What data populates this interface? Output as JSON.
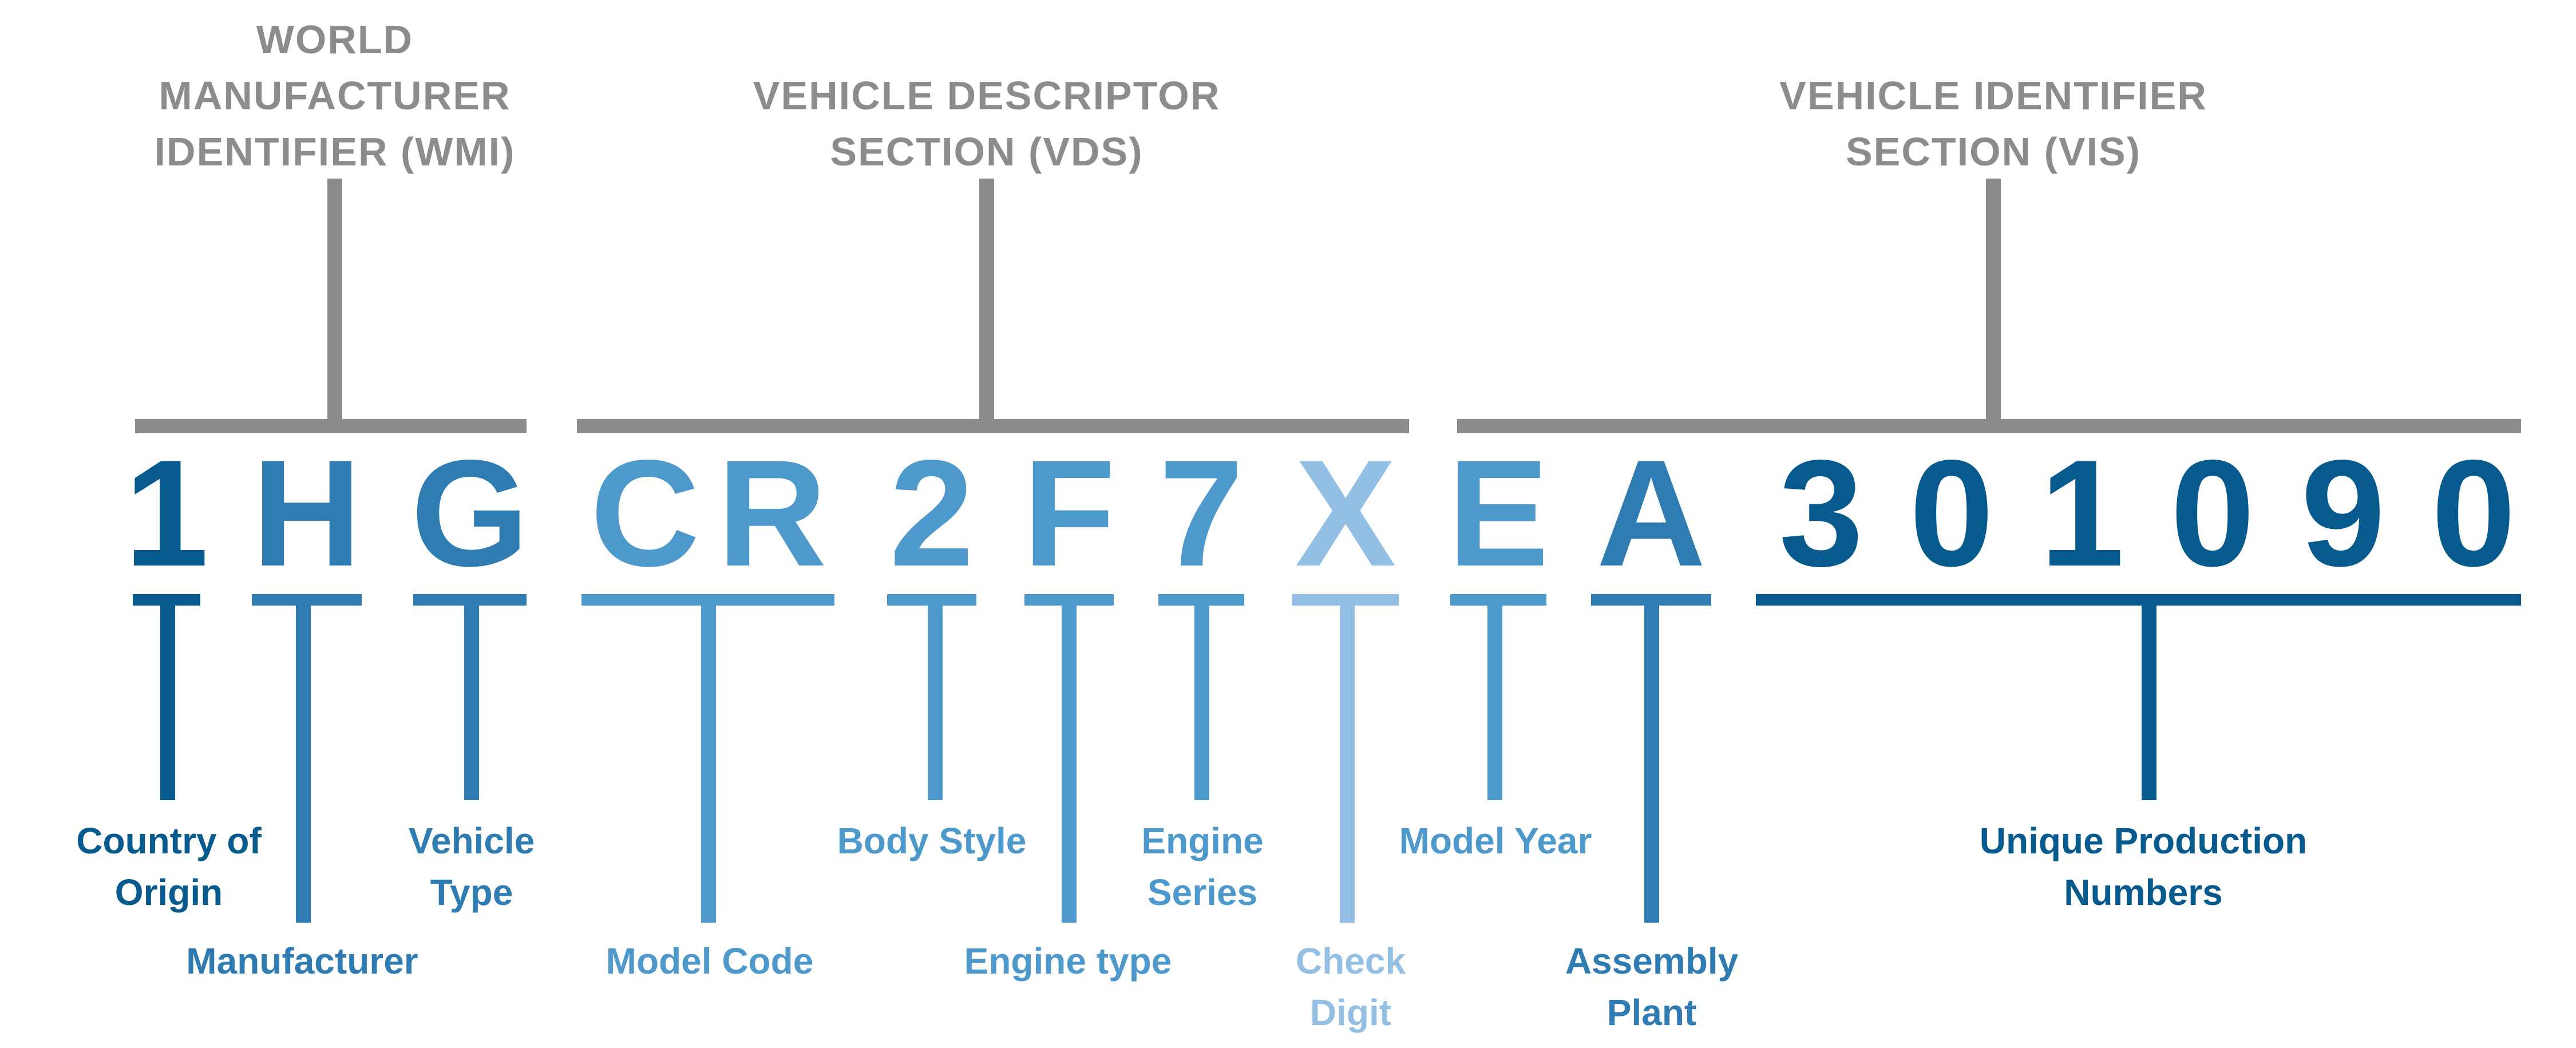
{
  "palette": {
    "background": "#ffffff",
    "gray": "#8c8c8c",
    "dark_blue": "#065a8d",
    "medium_blue": "#2e7cb1",
    "medium_light_blue": "#4e99cc",
    "light_blue": "#93bfe4"
  },
  "sections": [
    {
      "id": "wmi",
      "lines": [
        "WORLD",
        "MANUFACTURER",
        "IDENTIFIER (WMI)"
      ],
      "char_range": "1-3"
    },
    {
      "id": "vds",
      "lines": [
        "VEHICLE DESCRIPTOR",
        "SECTION (VDS)"
      ],
      "char_range": "4-9"
    },
    {
      "id": "vis",
      "lines": [
        "VEHICLE IDENTIFIER",
        "SECTION (VIS)"
      ],
      "char_range": "10-17"
    }
  ],
  "vin": {
    "value": "1HGCR2F7XEA301090",
    "chars": [
      {
        "char": "1",
        "tone": "dark"
      },
      {
        "char": "H",
        "tone": "medium"
      },
      {
        "char": "G",
        "tone": "medium"
      },
      {
        "char": "C",
        "tone": "medium_light"
      },
      {
        "char": "R",
        "tone": "medium_light"
      },
      {
        "char": "2",
        "tone": "medium_light"
      },
      {
        "char": "F",
        "tone": "medium_light"
      },
      {
        "char": "7",
        "tone": "medium_light"
      },
      {
        "char": "X",
        "tone": "light"
      },
      {
        "char": "E",
        "tone": "medium_light"
      },
      {
        "char": "A",
        "tone": "medium"
      },
      {
        "char": "3",
        "tone": "dark"
      },
      {
        "char": "0",
        "tone": "dark"
      },
      {
        "char": "1",
        "tone": "dark"
      },
      {
        "char": "0",
        "tone": "dark"
      },
      {
        "char": "9",
        "tone": "dark"
      },
      {
        "char": "0",
        "tone": "dark"
      }
    ]
  },
  "annotations": [
    {
      "lines": [
        "Country of",
        "Origin"
      ],
      "tone": "dark",
      "char_positions": "1"
    },
    {
      "lines": [
        "Manufacturer"
      ],
      "tone": "medium",
      "char_positions": "2"
    },
    {
      "lines": [
        "Vehicle",
        "Type"
      ],
      "tone": "medium",
      "char_positions": "3"
    },
    {
      "lines": [
        "Model Code"
      ],
      "tone": "medium_light",
      "char_positions": "4-5"
    },
    {
      "lines": [
        "Body Style"
      ],
      "tone": "medium_light",
      "char_positions": "6"
    },
    {
      "lines": [
        "Engine type"
      ],
      "tone": "medium_light",
      "char_positions": "7"
    },
    {
      "lines": [
        "Engine",
        "Series"
      ],
      "tone": "medium_light",
      "char_positions": "8"
    },
    {
      "lines": [
        "Check",
        "Digit"
      ],
      "tone": "light",
      "char_positions": "9"
    },
    {
      "lines": [
        "Model Year"
      ],
      "tone": "medium_light",
      "char_positions": "10"
    },
    {
      "lines": [
        "Assembly",
        "Plant"
      ],
      "tone": "medium",
      "char_positions": "11"
    },
    {
      "lines": [
        "Unique Production",
        "Numbers"
      ],
      "tone": "dark",
      "char_positions": "12-17"
    }
  ]
}
